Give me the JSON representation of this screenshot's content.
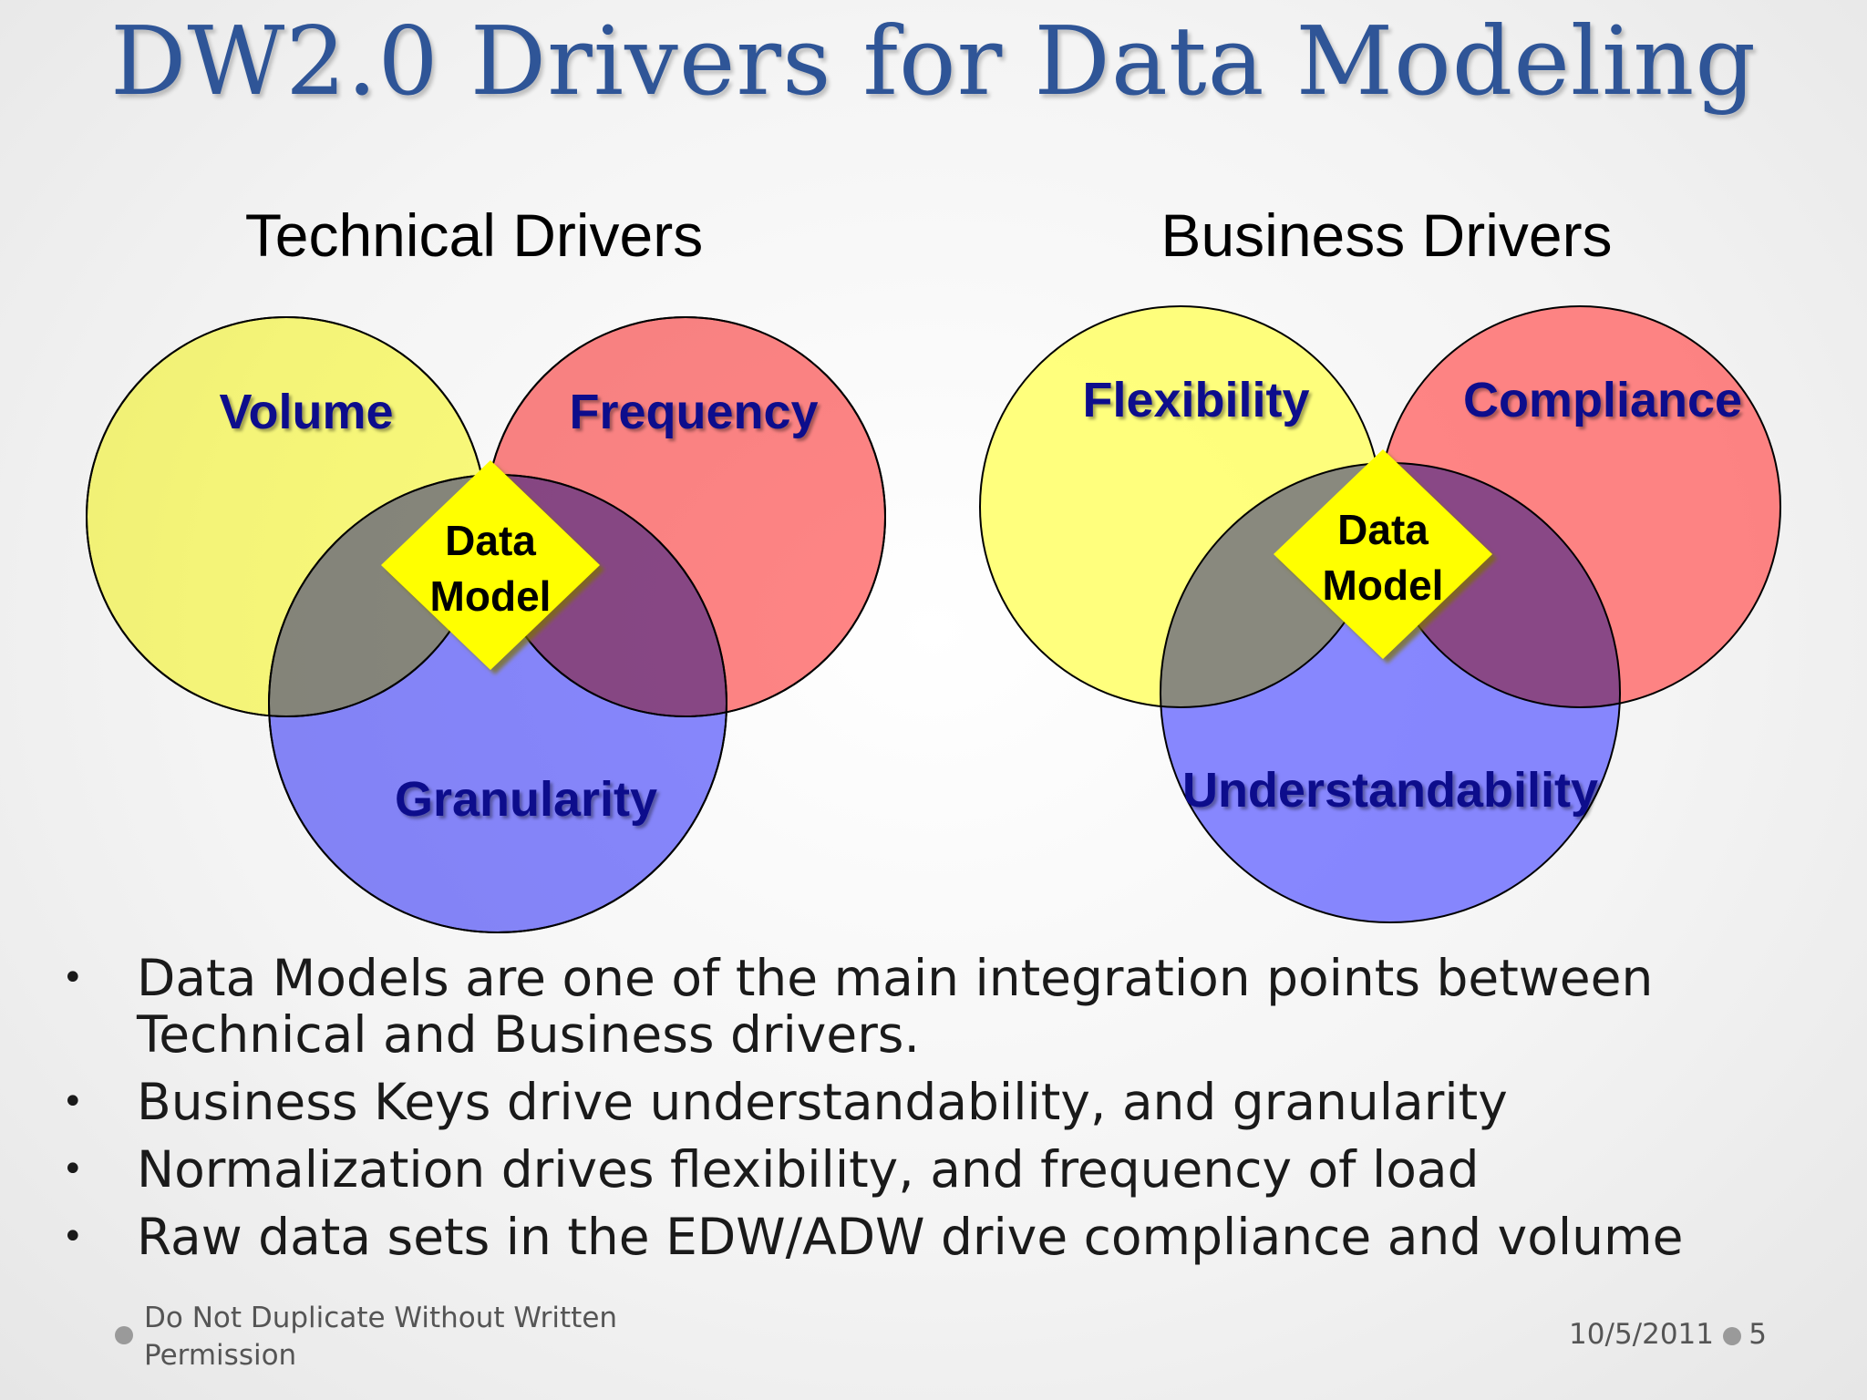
{
  "slide": {
    "title": "DW2.0 Drivers for Data Modeling"
  },
  "technical": {
    "heading": "Technical Drivers",
    "circles": [
      "Volume",
      "Frequency",
      "Granularity"
    ],
    "center": [
      "Data",
      "Model"
    ]
  },
  "business": {
    "heading": "Business Drivers",
    "circles": [
      "Flexibility",
      "Compliance",
      "Understandability"
    ],
    "center": [
      "Data",
      "Model"
    ]
  },
  "colors": {
    "yellow": "#ffff66",
    "red": "#ff6666",
    "blue": "#6666ff",
    "diamond": "#ffff00",
    "label_blue": "#0a0a8c",
    "title_blue": "#2f5597"
  },
  "bullets": [
    "Data Models are one of the main integration points between Technical and Business drivers.",
    "Business Keys drive understandability, and granularity",
    "Normalization drives flexibility, and frequency of load",
    "Raw data sets in the EDW/ADW drive compliance and volume"
  ],
  "footer": {
    "notice": "Do Not Duplicate Without Written Permission",
    "date": "10/5/2011",
    "page": "5"
  }
}
